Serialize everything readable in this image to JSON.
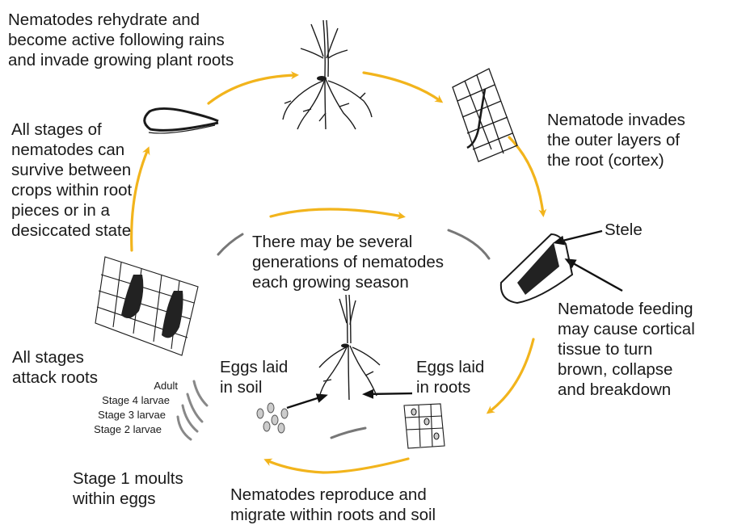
{
  "labels": {
    "rehydrate": [
      "Nematodes rehydrate and",
      "become active following rains",
      "and invade growing plant roots"
    ],
    "invades": [
      "Nematode invades",
      "the outer layers of",
      "the root (cortex)"
    ],
    "stele": "Stele",
    "feeding": [
      "Nematode feeding",
      "may cause cortical",
      "tissue to turn",
      "brown, collapse",
      "and breakdown"
    ],
    "reproduce": [
      "Nematodes reproduce and",
      "migrate within roots and soil"
    ],
    "stage1": [
      "Stage 1 moults",
      "within eggs"
    ],
    "attack": [
      "All stages",
      "attack roots"
    ],
    "survive": [
      "All stages of",
      "nematodes can",
      "survive between",
      "crops within root",
      "pieces or in a",
      "desiccated state"
    ],
    "generations": [
      "There may be several",
      "generations of nematodes",
      "each growing season"
    ],
    "eggs_soil": [
      "Eggs laid",
      "in soil"
    ],
    "eggs_roots": [
      "Eggs laid",
      "in roots"
    ],
    "stages": [
      "Adult",
      "Stage 4 larvae",
      "Stage 3 larvae",
      "Stage 2 larvae"
    ]
  },
  "colors": {
    "arrow": "#f2b41c",
    "ink": "#1a1a1a",
    "lesion": "#222222"
  }
}
